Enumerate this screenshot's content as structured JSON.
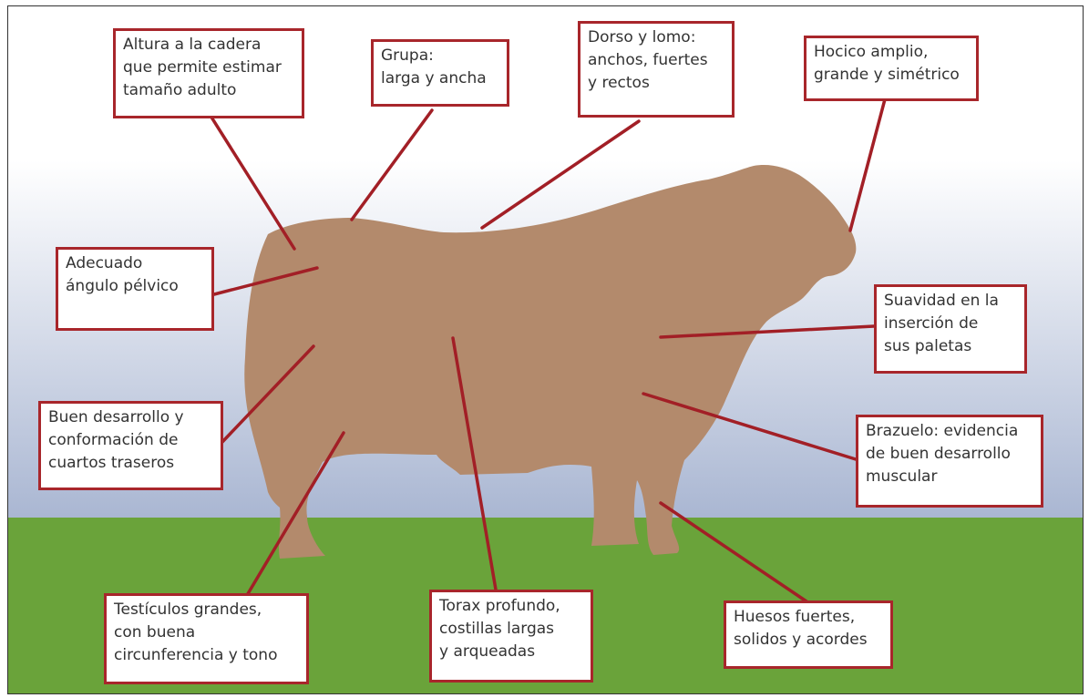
{
  "colors": {
    "sky_top": "#ffffff",
    "sky_bottom": "#a9b6d2",
    "grass": "#6aa33a",
    "animal": "#b38a6c",
    "leader": "#a21f26",
    "box_border": "#a8262b"
  },
  "labels": {
    "altura": "Altura a la cadera\nque permite estimar\ntamaño adulto",
    "grupa": "Grupa:\nlarga y ancha",
    "dorso": "Dorso y lomo:\nanchos, fuertes\ny rectos",
    "hocico": "Hocico amplio,\ngrande y simétrico",
    "angulo": "Adecuado\nángulo pélvico",
    "suavidad": "Suavidad en la\ninserción de\nsus paletas",
    "cuartos": "Buen desarrollo y\nconformación de\ncuartos traseros",
    "brazuelo": "Brazuelo: evidencia\nde buen desarrollo\nmuscular",
    "testiculos": "Testículos grandes,\ncon buena\ncircunferencia y tono",
    "torax": "Torax profundo,\ncostillas largas\ny arqueadas",
    "huesos": "Huesos fuertes,\nsolidos y acordes"
  }
}
